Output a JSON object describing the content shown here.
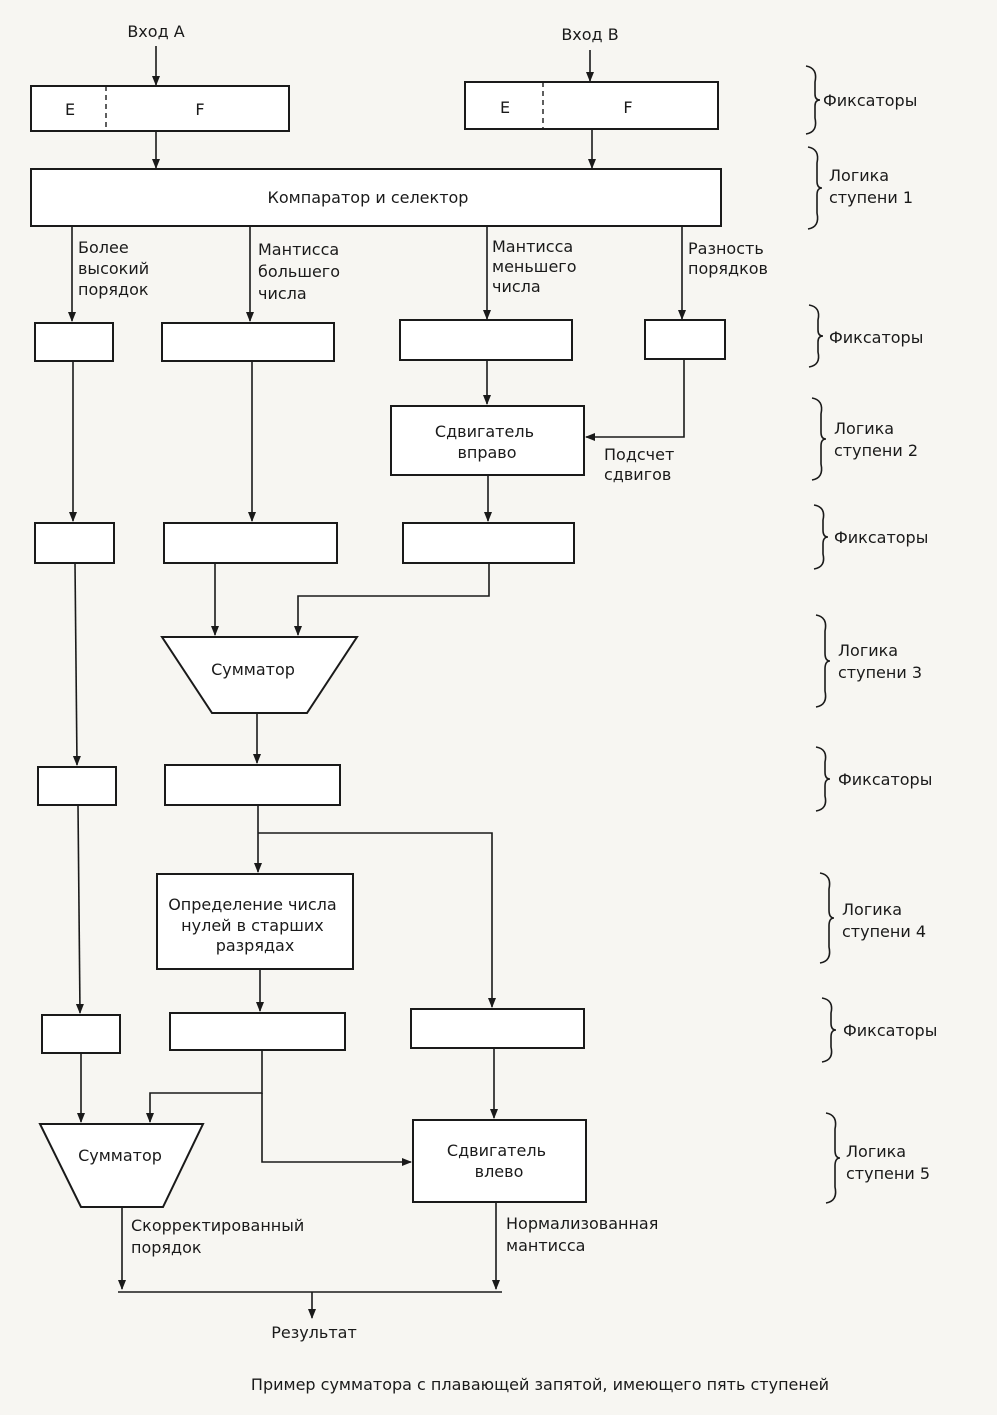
{
  "inputs": {
    "a": "Вход А",
    "b": "Вход В"
  },
  "registers": {
    "e": "E",
    "f": "F"
  },
  "blocks": {
    "comparator": "Компаратор и селектор",
    "shifter_right": [
      "Сдвигатель",
      "вправо"
    ],
    "adder1": "Сумматор",
    "zero_detect": [
      "Определение числа",
      "нулей в старших",
      "разрядах"
    ],
    "adder2": "Сумматор",
    "shifter_left": [
      "Сдвигатель",
      "влево"
    ]
  },
  "signals": {
    "higher_exponent": [
      "Более",
      "высокий",
      "порядок"
    ],
    "larger_mantissa": [
      "Мантисса",
      "большего",
      "числа"
    ],
    "smaller_mantissa": [
      "Мантисса",
      "меньшего",
      "числа"
    ],
    "exponent_diff": [
      "Разность",
      "порядков"
    ],
    "shift_count": [
      "Подсчет",
      "сдвигов"
    ],
    "corrected_exponent": [
      "Скорректированный",
      "порядок"
    ],
    "normalized_mantissa": [
      "Нормализованная",
      "мантисса"
    ],
    "result": "Результат"
  },
  "stages": {
    "latches": "Фиксаторы",
    "stage1": [
      "Логика",
      "ступени 1"
    ],
    "stage2": [
      "Логика",
      "ступени 2"
    ],
    "stage3": [
      "Логика",
      "ступени 3"
    ],
    "stage4": [
      "Логика",
      "ступени 4"
    ],
    "stage5": [
      "Логика",
      "ступени 5"
    ]
  },
  "caption": "Пример сумматора с плавающей запятой, имеющего пять ступеней"
}
